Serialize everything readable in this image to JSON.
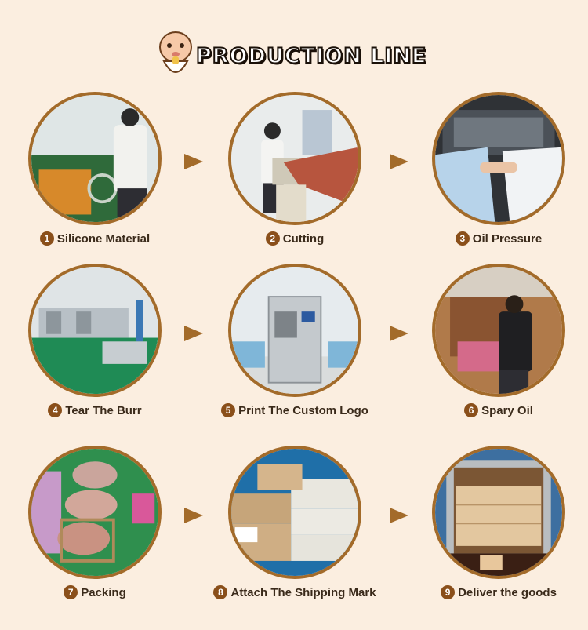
{
  "title": "PRODUCTION LINE",
  "steps": [
    {
      "num": "1",
      "label": "Silicone Material"
    },
    {
      "num": "2",
      "label": "Cutting"
    },
    {
      "num": "3",
      "label": "Oil Pressure"
    },
    {
      "num": "4",
      "label": "Tear The Burr"
    },
    {
      "num": "5",
      "label": "Print The Custom Logo"
    },
    {
      "num": "6",
      "label": "Spary Oil"
    },
    {
      "num": "7",
      "label": "Packing"
    },
    {
      "num": "8",
      "label": "Attach The Shipping Mark"
    },
    {
      "num": "9",
      "label": "Deliver the goods"
    }
  ],
  "colors": {
    "background": "#fbeee0",
    "accent": "#a36b2a",
    "badge": "#8a4f1a",
    "text": "#3a2a1a"
  }
}
